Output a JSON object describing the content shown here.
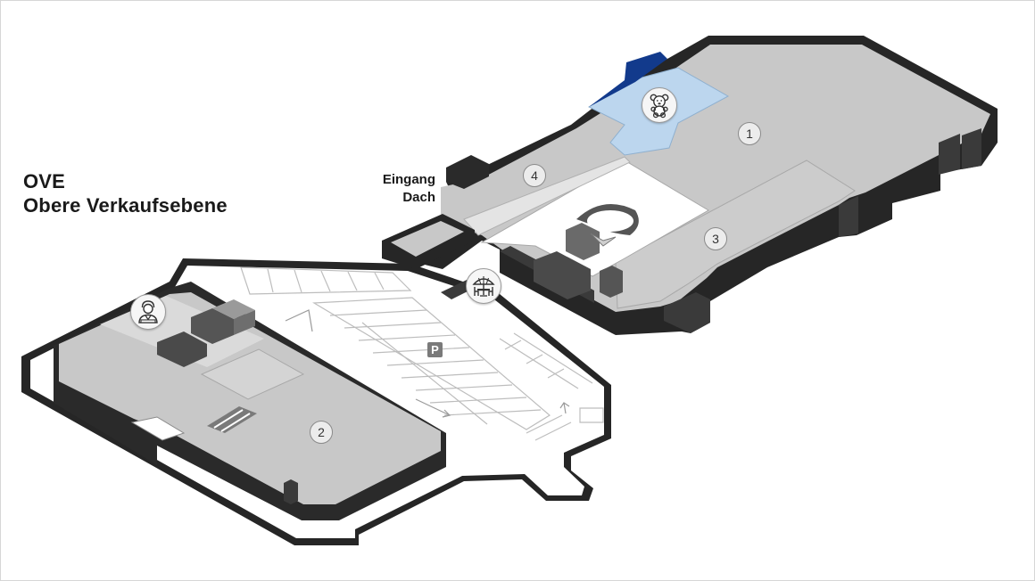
{
  "title": {
    "line1": "OVE",
    "line2": "Obere Verkaufsebene"
  },
  "entrance": {
    "line1": "Eingang",
    "line2": "Dach"
  },
  "areas": [
    {
      "number": "1"
    },
    {
      "number": "2"
    },
    {
      "number": "3"
    },
    {
      "number": "4"
    }
  ],
  "parking": {
    "label": "P"
  },
  "icons": {
    "kids_area": "teddy-bear-icon",
    "service": "person-service-icon",
    "terrace": "umbrella-table-icon"
  },
  "colors": {
    "floor": "#c8c8c8",
    "floor_light": "#d8d8d8",
    "walls": "#262626",
    "courtyard": "#ffffff",
    "kids_area": "#bcd6ee",
    "kids_area_accent": "#123a8c",
    "parking_sign": "#7a7a7a"
  }
}
